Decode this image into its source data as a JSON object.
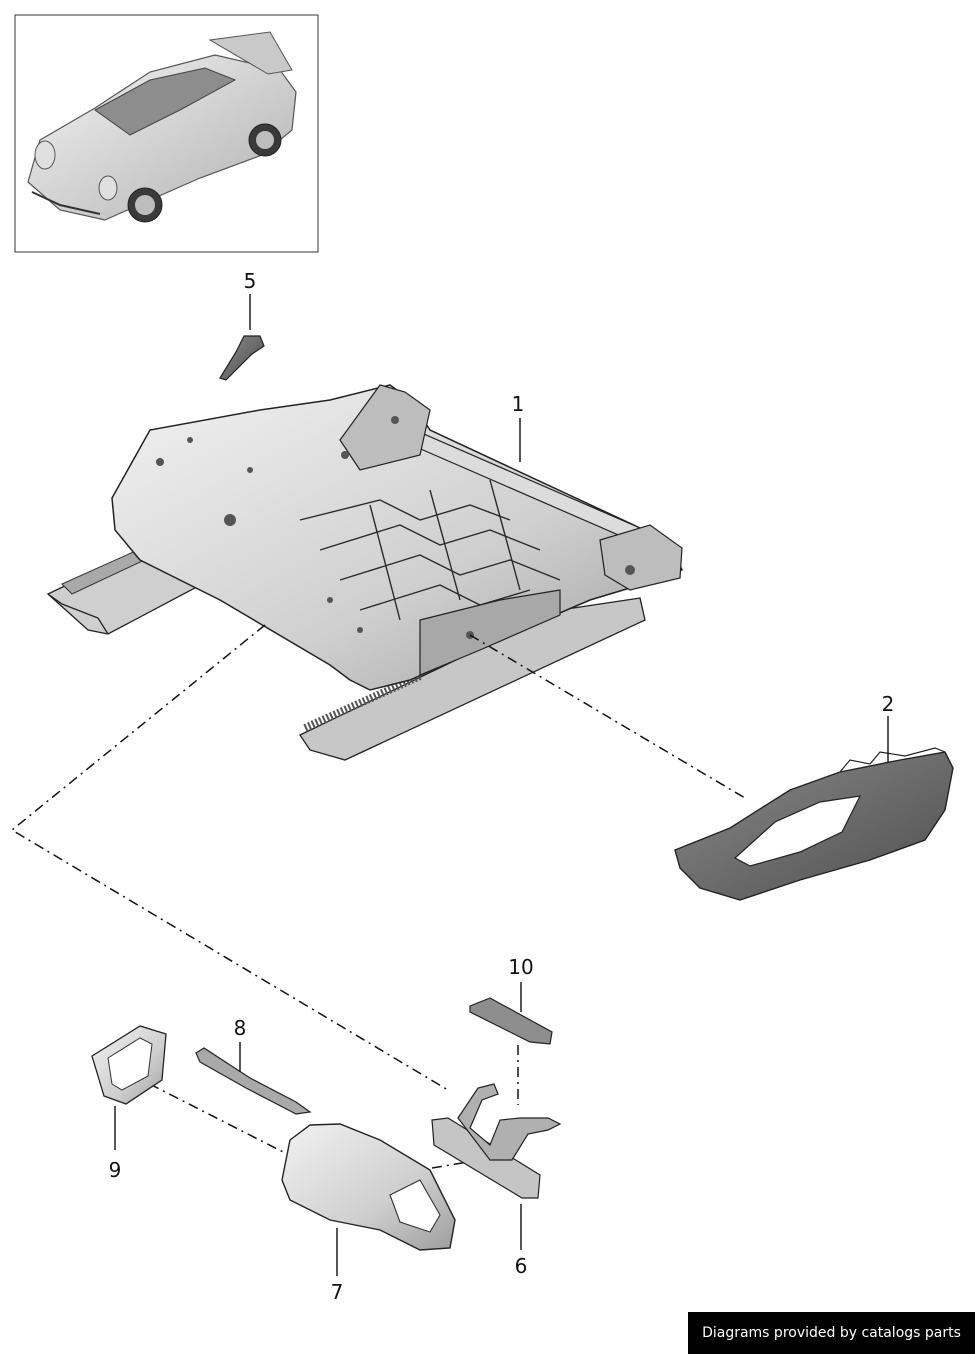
{
  "callouts": {
    "c1": "1",
    "c2": "2",
    "c5": "5",
    "c6": "6",
    "c7": "7",
    "c8": "8",
    "c9": "9",
    "c10": "10"
  },
  "credit": "Diagrams provided by catalogs parts",
  "colors": {
    "metal": "#d8d8d8",
    "metal_dark": "#9c9c9c",
    "trim_dark": "#5a5a5a",
    "outline": "#222222",
    "banner_bg": "#000000",
    "banner_text": "#ffffff"
  }
}
